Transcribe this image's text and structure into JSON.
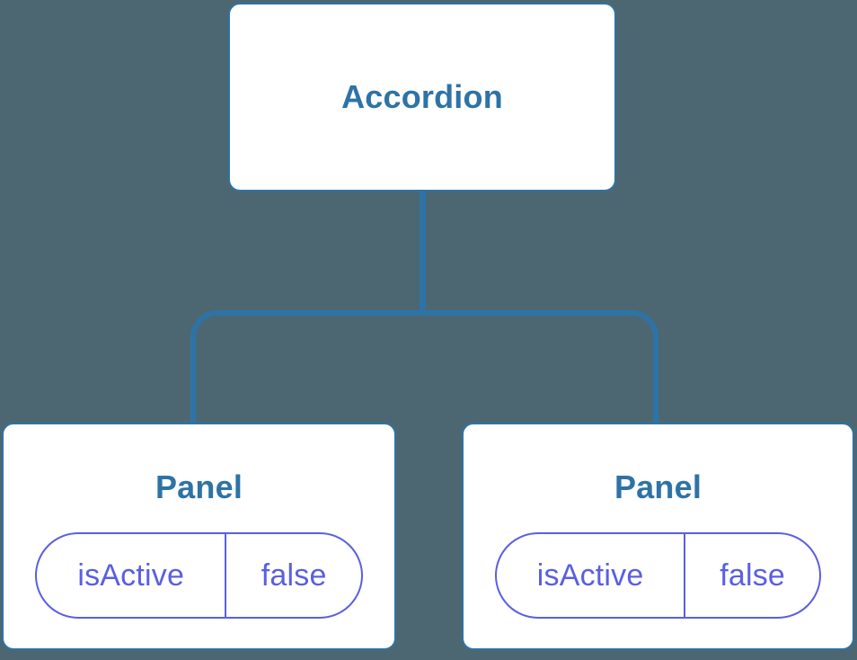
{
  "diagram": {
    "type": "component-tree",
    "root": {
      "label": "Accordion"
    },
    "children": [
      {
        "label": "Panel",
        "state": {
          "name": "isActive",
          "value": "false"
        }
      },
      {
        "label": "Panel",
        "state": {
          "name": "isActive",
          "value": "false"
        }
      }
    ],
    "colors": {
      "background": "#4C6772",
      "node_border": "#2E73A6",
      "node_fill": "#FFFFFF",
      "node_text": "#2E73A6",
      "connector": "#2E73A6",
      "state_accent": "#5A5FE2"
    }
  }
}
